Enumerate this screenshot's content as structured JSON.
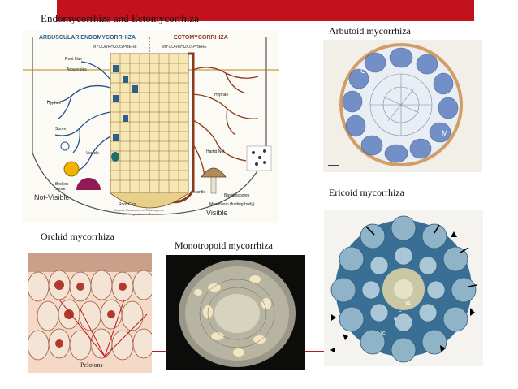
{
  "slide": {
    "colors": {
      "accent_red": "#c3121b",
      "background": "#ffffff"
    },
    "captions": {
      "endo_ecto": "Endomycorrhiza and Ectomycorrhiza",
      "arbutoid": "Arbutoid mycorrhiza",
      "ericoid": "Ericoid mycorrhiza",
      "orchid": "Orchid mycorrhiza",
      "monotropoid": "Monotropoid mycorrhiza"
    }
  },
  "diagram": {
    "left_title": "ARBUSCULAR ENDOMYCORRHIZA",
    "right_title": "ECTOMYCORRHIZA",
    "left_zone": "MYCORRHIZOSPHERE",
    "right_zone": "MYCORRHIZOSPHERE",
    "labels": {
      "root_hair": "Root Hair",
      "arbuscules": "Arbuscules",
      "hyphae_left": "Hyphae",
      "hyphae_right": "Hyphae",
      "spore": "Spore",
      "vesicle": "Vesicle",
      "broken_spore": "Broken spore",
      "not_visible": "Not-Visible",
      "root_cap": "Root Cap",
      "hartig_net": "Hartig Net",
      "mantle": "Mantle",
      "basidiospores": "Basidiospores",
      "mushroom": "Mushroom",
      "mushroom_note": "(fruiting body)",
      "visible": "Visible",
      "credit_line1": "Genetic Resources of Rhizosphere",
      "credit_line2": "Microorganism"
    }
  },
  "micrographs": {
    "arbutoid_labels": {
      "c": "C",
      "m": "M"
    },
    "ericoid_labels": {
      "vc": "vc",
      "c1": "c",
      "c2": "c",
      "tc": "tc"
    },
    "orchid_label": "Pelotons"
  }
}
